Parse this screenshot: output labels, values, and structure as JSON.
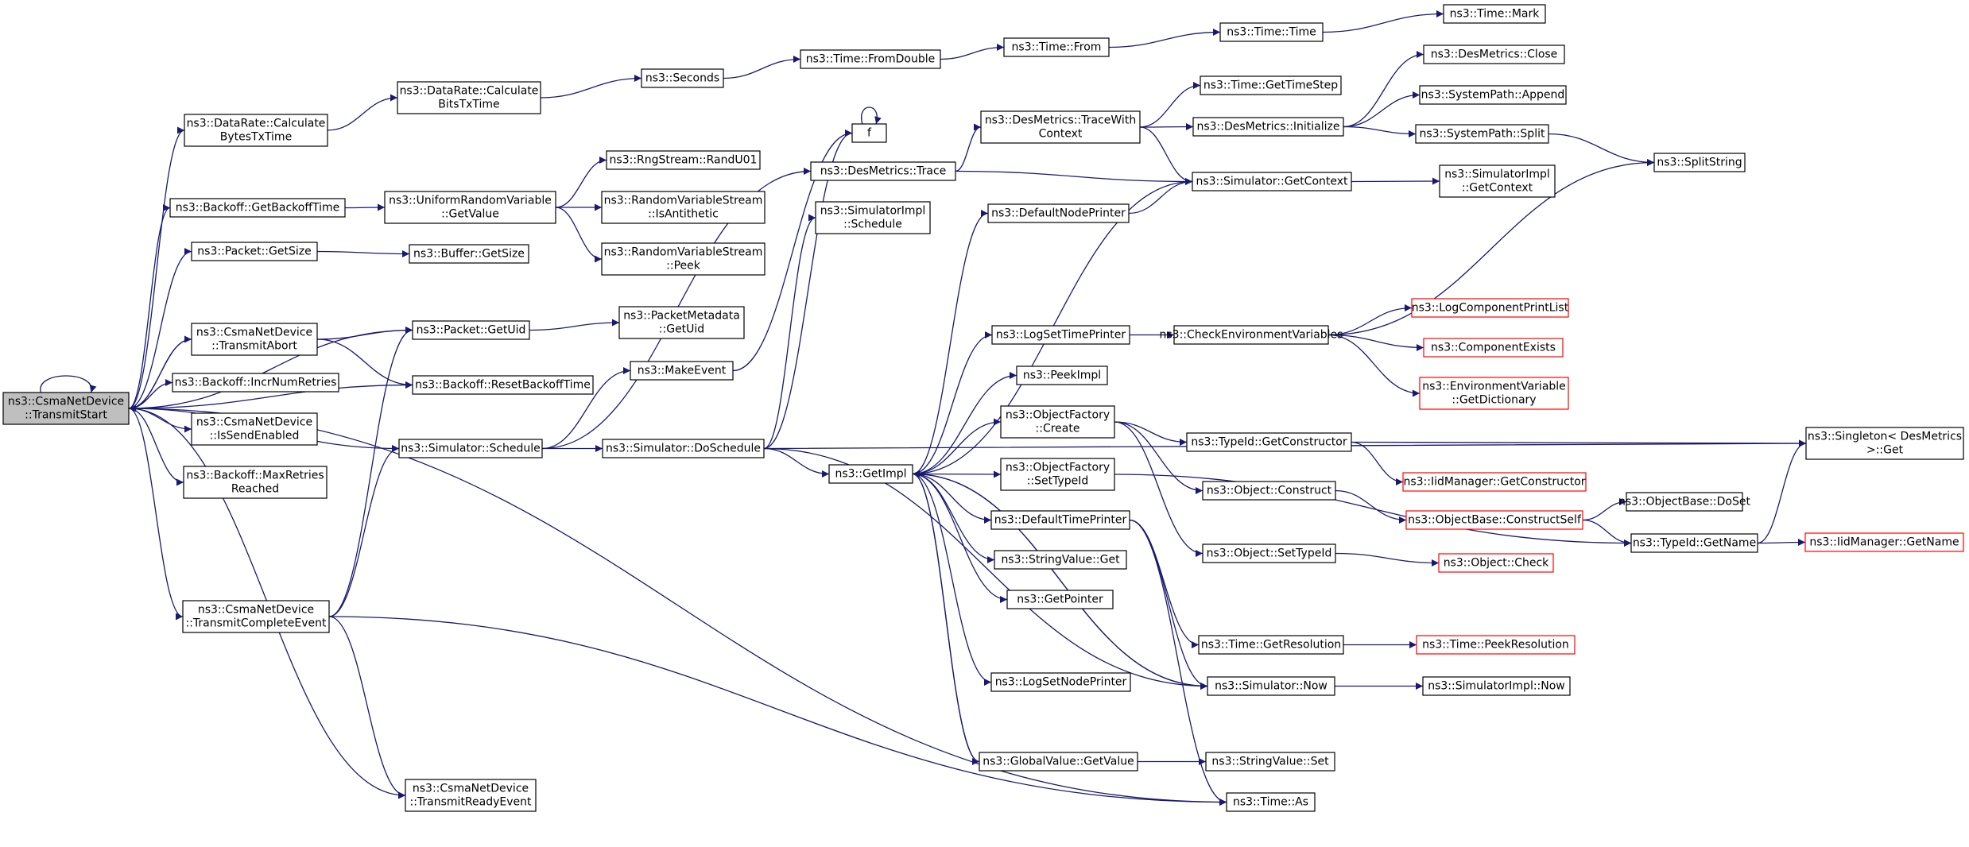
{
  "colors": {
    "edge": "#191970",
    "node_border": "#000000",
    "truncated_border": "#ff0000",
    "root_fill": "#bfbfbf"
  },
  "nodes": [
    {
      "id": "root",
      "lines": [
        "ns3::CsmaNetDevice",
        "::TransmitStart"
      ]
    },
    {
      "id": "calcBytes",
      "lines": [
        "ns3::DataRate::Calculate",
        "BytesTxTime"
      ]
    },
    {
      "id": "calcBits",
      "lines": [
        "ns3::DataRate::Calculate",
        "BitsTxTime"
      ]
    },
    {
      "id": "seconds",
      "lines": [
        "ns3::Seconds"
      ]
    },
    {
      "id": "fromDouble",
      "lines": [
        "ns3::Time::FromDouble"
      ]
    },
    {
      "id": "timeFrom",
      "lines": [
        "ns3::Time::From"
      ]
    },
    {
      "id": "timeTime",
      "lines": [
        "ns3::Time::Time"
      ]
    },
    {
      "id": "timeMark",
      "lines": [
        "ns3::Time::Mark"
      ]
    },
    {
      "id": "getBackoff",
      "lines": [
        "ns3::Backoff::GetBackoffTime"
      ]
    },
    {
      "id": "urvGetValue",
      "lines": [
        "ns3::UniformRandomVariable",
        "::GetValue"
      ]
    },
    {
      "id": "randU01",
      "lines": [
        "ns3::RngStream::RandU01"
      ]
    },
    {
      "id": "isAntithetic",
      "lines": [
        "ns3::RandomVariableStream",
        "::IsAntithetic"
      ]
    },
    {
      "id": "rvsPeek",
      "lines": [
        "ns3::RandomVariableStream",
        "::Peek"
      ]
    },
    {
      "id": "packetGetSize",
      "lines": [
        "ns3::Packet::GetSize"
      ]
    },
    {
      "id": "bufferGetSize",
      "lines": [
        "ns3::Buffer::GetSize"
      ]
    },
    {
      "id": "txAbort",
      "lines": [
        "ns3::CsmaNetDevice",
        "::TransmitAbort"
      ]
    },
    {
      "id": "packetGetUid",
      "lines": [
        "ns3::Packet::GetUid"
      ]
    },
    {
      "id": "pmGetUid",
      "lines": [
        "ns3::PacketMetadata",
        "::GetUid"
      ]
    },
    {
      "id": "resetBackoff",
      "lines": [
        "ns3::Backoff::ResetBackoffTime"
      ]
    },
    {
      "id": "incrRetries",
      "lines": [
        "ns3::Backoff::IncrNumRetries"
      ]
    },
    {
      "id": "isSendEnabled",
      "lines": [
        "ns3::CsmaNetDevice",
        "::IsSendEnabled"
      ]
    },
    {
      "id": "maxRetries",
      "lines": [
        "ns3::Backoff::MaxRetries",
        "Reached"
      ]
    },
    {
      "id": "simSchedule",
      "lines": [
        "ns3::Simulator::Schedule"
      ]
    },
    {
      "id": "makeEvent",
      "lines": [
        "ns3::MakeEvent"
      ]
    },
    {
      "id": "doSchedule",
      "lines": [
        "ns3::Simulator::DoSchedule"
      ]
    },
    {
      "id": "txComplete",
      "lines": [
        "ns3::CsmaNetDevice",
        "::TransmitCompleteEvent"
      ]
    },
    {
      "id": "txReady",
      "lines": [
        "ns3::CsmaNetDevice",
        "::TransmitReadyEvent"
      ]
    },
    {
      "id": "f",
      "lines": [
        "f"
      ]
    },
    {
      "id": "dmTrace",
      "lines": [
        "ns3::DesMetrics::Trace"
      ]
    },
    {
      "id": "implSchedule",
      "lines": [
        "ns3::SimulatorImpl",
        "::Schedule"
      ]
    },
    {
      "id": "dmTraceWith",
      "lines": [
        "ns3::DesMetrics::TraceWith",
        "Context"
      ]
    },
    {
      "id": "getTimeStep",
      "lines": [
        "ns3::Time::GetTimeStep"
      ]
    },
    {
      "id": "dmInitialize",
      "lines": [
        "ns3::DesMetrics::Initialize"
      ]
    },
    {
      "id": "dmClose",
      "lines": [
        "ns3::DesMetrics::Close"
      ]
    },
    {
      "id": "spAppend",
      "lines": [
        "ns3::SystemPath::Append"
      ]
    },
    {
      "id": "spSplit",
      "lines": [
        "ns3::SystemPath::Split"
      ]
    },
    {
      "id": "splitString",
      "lines": [
        "ns3::SplitString"
      ]
    },
    {
      "id": "simGetContext",
      "lines": [
        "ns3::Simulator::GetContext"
      ]
    },
    {
      "id": "implGetContext",
      "lines": [
        "ns3::SimulatorImpl",
        "::GetContext"
      ]
    },
    {
      "id": "defNodePrinter",
      "lines": [
        "ns3::DefaultNodePrinter"
      ]
    },
    {
      "id": "getImpl",
      "lines": [
        "ns3::GetImpl"
      ]
    },
    {
      "id": "logSetTime",
      "lines": [
        "ns3::LogSetTimePrinter"
      ]
    },
    {
      "id": "checkEnv",
      "lines": [
        "ns3::CheckEnvironmentVariables"
      ]
    },
    {
      "id": "logCompPrint",
      "lines": [
        "ns3::LogComponentPrintList"
      ],
      "trunc": true
    },
    {
      "id": "compExists",
      "lines": [
        "ns3::ComponentExists"
      ],
      "trunc": true
    },
    {
      "id": "envGetDict",
      "lines": [
        "ns3::EnvironmentVariable",
        "::GetDictionary"
      ],
      "trunc": true
    },
    {
      "id": "peekImpl",
      "lines": [
        "ns3::PeekImpl"
      ]
    },
    {
      "id": "ofCreate",
      "lines": [
        "ns3::ObjectFactory",
        "::Create"
      ]
    },
    {
      "id": "tidGetCtor",
      "lines": [
        "ns3::TypeId::GetConstructor"
      ]
    },
    {
      "id": "singletonGet",
      "lines": [
        "ns3::Singleton< DesMetrics",
        ">::Get"
      ]
    },
    {
      "id": "ofSetTypeId",
      "lines": [
        "ns3::ObjectFactory",
        "::SetTypeId"
      ]
    },
    {
      "id": "iidGetCtor",
      "lines": [
        "ns3::IidManager::GetConstructor"
      ],
      "trunc": true
    },
    {
      "id": "objConstruct",
      "lines": [
        "ns3::Object::Construct"
      ]
    },
    {
      "id": "defTimePrinter",
      "lines": [
        "ns3::DefaultTimePrinter"
      ]
    },
    {
      "id": "obConstructSelf",
      "lines": [
        "ns3::ObjectBase::ConstructSelf"
      ],
      "trunc": true
    },
    {
      "id": "obDoSet",
      "lines": [
        "ns3::ObjectBase::DoSet"
      ]
    },
    {
      "id": "tidGetName",
      "lines": [
        "ns3::TypeId::GetName"
      ]
    },
    {
      "id": "iidGetName",
      "lines": [
        "ns3::IidManager::GetName"
      ],
      "trunc": true
    },
    {
      "id": "stringValueGet",
      "lines": [
        "ns3::StringValue::Get"
      ]
    },
    {
      "id": "objSetTypeId",
      "lines": [
        "ns3::Object::SetTypeId"
      ]
    },
    {
      "id": "objCheck",
      "lines": [
        "ns3::Object::Check"
      ],
      "trunc": true
    },
    {
      "id": "getPointer",
      "lines": [
        "ns3::GetPointer"
      ]
    },
    {
      "id": "getResolution",
      "lines": [
        "ns3::Time::GetResolution"
      ]
    },
    {
      "id": "peekResolution",
      "lines": [
        "ns3::Time::PeekResolution"
      ],
      "trunc": true
    },
    {
      "id": "logSetNode",
      "lines": [
        "ns3::LogSetNodePrinter"
      ]
    },
    {
      "id": "simNow",
      "lines": [
        "ns3::Simulator::Now"
      ]
    },
    {
      "id": "implNow",
      "lines": [
        "ns3::SimulatorImpl::Now"
      ]
    },
    {
      "id": "gvGetValue",
      "lines": [
        "ns3::GlobalValue::GetValue"
      ]
    },
    {
      "id": "stringValueSet",
      "lines": [
        "ns3::StringValue::Set"
      ]
    },
    {
      "id": "timeAs",
      "lines": [
        "ns3::Time::As"
      ]
    }
  ],
  "edges": [
    [
      "root",
      "root"
    ],
    [
      "root",
      "calcBytes"
    ],
    [
      "root",
      "getBackoff"
    ],
    [
      "root",
      "packetGetSize"
    ],
    [
      "root",
      "packetGetUid"
    ],
    [
      "root",
      "txAbort"
    ],
    [
      "root",
      "resetBackoff"
    ],
    [
      "root",
      "incrRetries"
    ],
    [
      "root",
      "isSendEnabled"
    ],
    [
      "root",
      "maxRetries"
    ],
    [
      "root",
      "simSchedule"
    ],
    [
      "root",
      "txComplete"
    ],
    [
      "root",
      "txReady"
    ],
    [
      "root",
      "timeAs"
    ],
    [
      "calcBytes",
      "calcBits"
    ],
    [
      "calcBits",
      "seconds"
    ],
    [
      "seconds",
      "fromDouble"
    ],
    [
      "fromDouble",
      "timeFrom"
    ],
    [
      "timeFrom",
      "timeTime"
    ],
    [
      "timeTime",
      "timeMark"
    ],
    [
      "getBackoff",
      "urvGetValue"
    ],
    [
      "urvGetValue",
      "randU01"
    ],
    [
      "urvGetValue",
      "isAntithetic"
    ],
    [
      "urvGetValue",
      "rvsPeek"
    ],
    [
      "packetGetSize",
      "bufferGetSize"
    ],
    [
      "packetGetUid",
      "pmGetUid"
    ],
    [
      "txAbort",
      "root"
    ],
    [
      "txAbort",
      "packetGetUid"
    ],
    [
      "txAbort",
      "resetBackoff"
    ],
    [
      "simSchedule",
      "makeEvent"
    ],
    [
      "simSchedule",
      "doSchedule"
    ],
    [
      "simSchedule",
      "dmTrace"
    ],
    [
      "makeEvent",
      "f"
    ],
    [
      "txComplete",
      "packetGetUid"
    ],
    [
      "txComplete",
      "simSchedule"
    ],
    [
      "txComplete",
      "txReady"
    ],
    [
      "txComplete",
      "timeAs"
    ],
    [
      "doSchedule",
      "f"
    ],
    [
      "doSchedule",
      "implSchedule"
    ],
    [
      "doSchedule",
      "getImpl"
    ],
    [
      "doSchedule",
      "singletonGet"
    ],
    [
      "doSchedule",
      "simNow"
    ],
    [
      "f",
      "f"
    ],
    [
      "dmTrace",
      "dmTraceWith"
    ],
    [
      "dmTrace",
      "simGetContext"
    ],
    [
      "dmTraceWith",
      "getTimeStep"
    ],
    [
      "dmTraceWith",
      "dmInitialize"
    ],
    [
      "dmTraceWith",
      "simGetContext"
    ],
    [
      "dmInitialize",
      "dmClose"
    ],
    [
      "dmInitialize",
      "spAppend"
    ],
    [
      "dmInitialize",
      "spSplit"
    ],
    [
      "spSplit",
      "splitString"
    ],
    [
      "simGetContext",
      "implGetContext"
    ],
    [
      "simGetContext",
      "getImpl"
    ],
    [
      "defNodePrinter",
      "simGetContext"
    ],
    [
      "getImpl",
      "defNodePrinter"
    ],
    [
      "getImpl",
      "logSetTime"
    ],
    [
      "getImpl",
      "peekImpl"
    ],
    [
      "getImpl",
      "ofCreate"
    ],
    [
      "getImpl",
      "ofSetTypeId"
    ],
    [
      "getImpl",
      "defTimePrinter"
    ],
    [
      "getImpl",
      "stringValueGet"
    ],
    [
      "getImpl",
      "getPointer"
    ],
    [
      "getImpl",
      "logSetNode"
    ],
    [
      "getImpl",
      "gvGetValue"
    ],
    [
      "getImpl",
      "simNow"
    ],
    [
      "logSetTime",
      "checkEnv"
    ],
    [
      "checkEnv",
      "splitString"
    ],
    [
      "checkEnv",
      "logCompPrint"
    ],
    [
      "checkEnv",
      "compExists"
    ],
    [
      "checkEnv",
      "envGetDict"
    ],
    [
      "ofCreate",
      "tidGetCtor"
    ],
    [
      "ofCreate",
      "objConstruct"
    ],
    [
      "ofCreate",
      "objSetTypeId"
    ],
    [
      "tidGetCtor",
      "singletonGet"
    ],
    [
      "tidGetCtor",
      "iidGetCtor"
    ],
    [
      "ofSetTypeId",
      "tidGetName"
    ],
    [
      "objConstruct",
      "obConstructSelf"
    ],
    [
      "obConstructSelf",
      "obDoSet"
    ],
    [
      "obConstructSelf",
      "tidGetName"
    ],
    [
      "tidGetName",
      "singletonGet"
    ],
    [
      "tidGetName",
      "iidGetName"
    ],
    [
      "objSetTypeId",
      "objCheck"
    ],
    [
      "defTimePrinter",
      "getResolution"
    ],
    [
      "defTimePrinter",
      "simNow"
    ],
    [
      "defTimePrinter",
      "timeAs"
    ],
    [
      "getResolution",
      "peekResolution"
    ],
    [
      "simNow",
      "implNow"
    ],
    [
      "simNow",
      "getImpl"
    ],
    [
      "gvGetValue",
      "stringValueSet"
    ],
    [
      "gvGetValue",
      "getImpl"
    ]
  ]
}
